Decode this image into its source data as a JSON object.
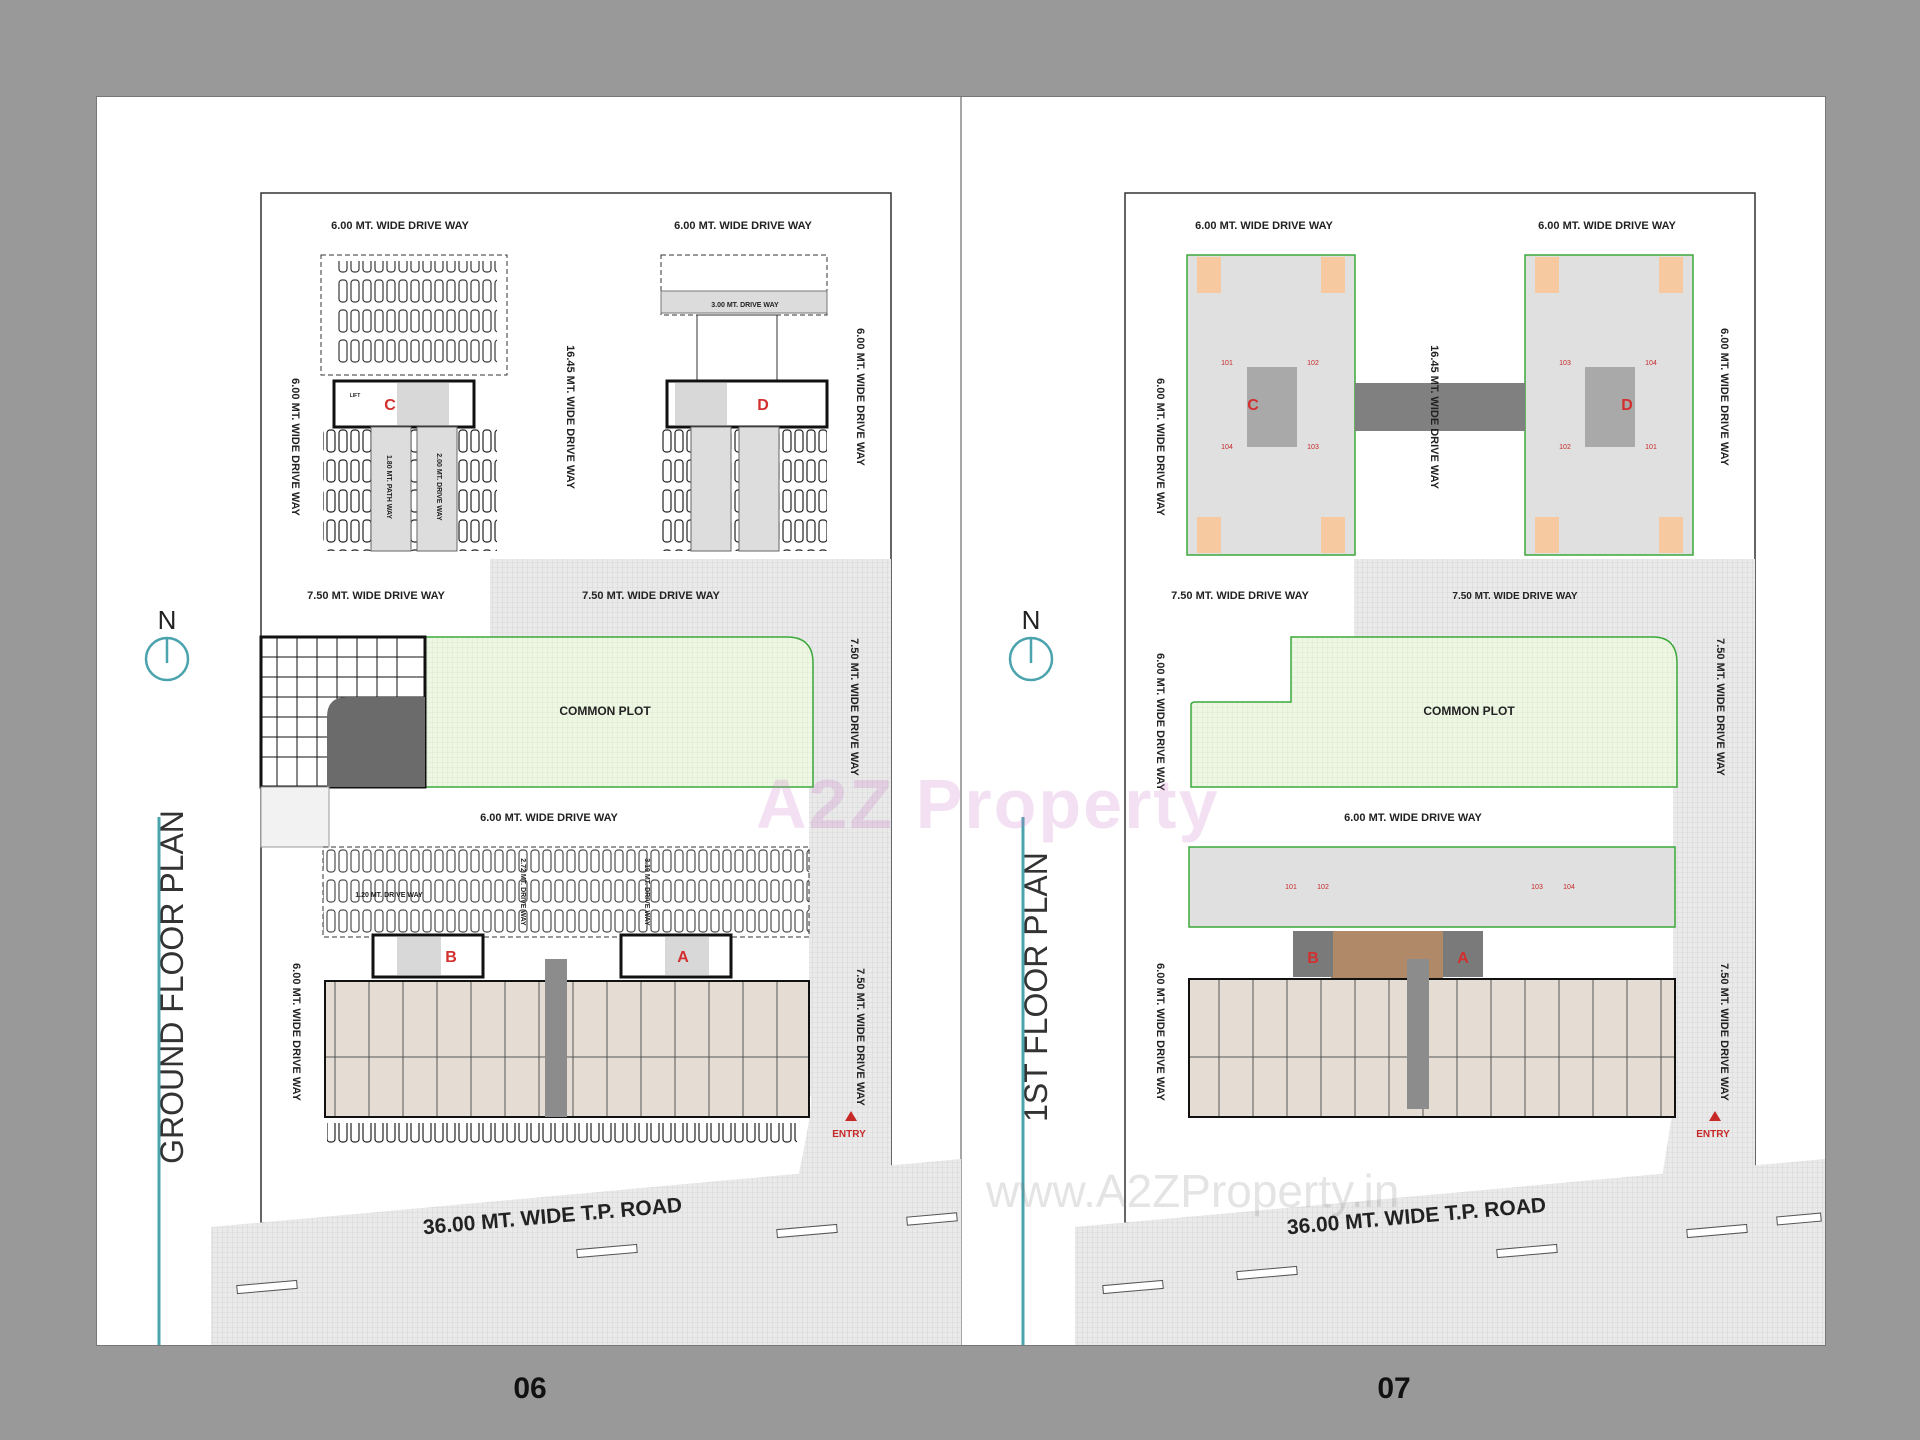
{
  "pages": [
    {
      "number": "06",
      "title": "GROUND FLOOR PLAN",
      "north": "N",
      "labels": {
        "top_left": "6.00 MT. WIDE DRIVE WAY",
        "top_right": "6.00 MT. WIDE DRIVE WAY",
        "middle_vertical": "16.45 MT. WIDE DRIVE WAY",
        "left_vertical": "6.00 MT. WIDE DRIVE WAY",
        "right_vertical_top": "6.00 MT. WIDE DRIVE WAY",
        "mid_left": "7.50 MT. WIDE DRIVE WAY",
        "mid_right": "7.50 MT. WIDE DRIVE WAY",
        "right_vertical_mid": "7.50 MT. WIDE DRIVE WAY",
        "right_vertical_low": "7.50 MT. WIDE DRIVE WAY",
        "common_plot": "COMMON PLOT",
        "lower_drive": "6.00 MT. WIDE DRIVE WAY",
        "left_vertical_low": "6.00 MT. WIDE DRIVE WAY",
        "drive_3": "3.00 MT. DRIVE WAY",
        "drive_2": "2.00 MT. DRIVE WAY",
        "path_180": "1.80 MT. PATH WAY",
        "drive_272": "2.72 MT. DRIVE WAY",
        "drive_319": "3.19 MT. DRIVE WAY",
        "drive_120": "1.20 MT. DRIVE WAY",
        "lift": "LIFT",
        "entry": "ENTRY",
        "road": "36.00  MT. WIDE T.P. ROAD"
      },
      "blocks": [
        "A",
        "B",
        "C",
        "D"
      ]
    },
    {
      "number": "07",
      "title": "1ST FLOOR PLAN",
      "north": "N",
      "labels": {
        "top_left": "6.00 MT. WIDE DRIVE WAY",
        "top_right": "6.00 MT. WIDE DRIVE WAY",
        "middle_vertical": "16.45 MT. WIDE DRIVE WAY",
        "left_vertical": "6.00 MT. WIDE DRIVE WAY",
        "right_vertical_top": "6.00 MT. WIDE DRIVE WAY",
        "mid_left": "7.50 MT. WIDE DRIVE WAY",
        "mid_right": "7.50 MT. WIDE DRIVE WAY",
        "left_vertical_mid": "6.00 MT. WIDE DRIVE WAY",
        "right_vertical_mid": "7.50 MT. WIDE DRIVE WAY",
        "common_plot": "COMMON PLOT",
        "lower_drive": "6.00 MT. WIDE DRIVE WAY",
        "left_vertical_low": "6.00 MT. WIDE DRIVE WAY",
        "right_vertical_low": "7.50 MT. WIDE DRIVE WAY",
        "entry": "ENTRY",
        "road": "36.00  MT. WIDE T.P. ROAD"
      },
      "units_c": [
        "101",
        "102",
        "104",
        "103"
      ],
      "units_d": [
        "103",
        "104",
        "102",
        "101"
      ],
      "units_b": [
        "101",
        "102"
      ],
      "units_a": [
        "103",
        "104"
      ],
      "blocks": [
        "A",
        "B",
        "C",
        "D"
      ]
    }
  ],
  "watermark": {
    "brand": "A2Z Property",
    "url": "www.A2ZProperty.in"
  },
  "colors": {
    "background": "#999999",
    "accent_line": "#4aa3ad",
    "block_letter": "#d32f2f",
    "common_plot": "#e9f3dc",
    "road": "#d9d9d9"
  }
}
